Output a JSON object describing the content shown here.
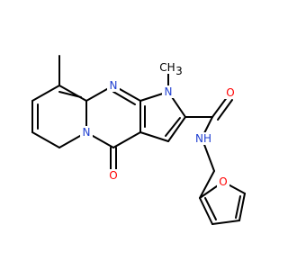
{
  "structure": {
    "labels": {
      "ring_n_top": "N",
      "pyrrole_n": "N",
      "pyrrole_n_methyl": "CH",
      "pyrrole_n_methyl_sub": "3",
      "bridge_n": "N",
      "ketone_o": "O",
      "amide_o": "O",
      "amide_nh": "NH",
      "furan_o": "O"
    },
    "colors": {
      "carbon_bond": "#000000",
      "nitrogen": "#1f3fd1",
      "oxygen": "#ff0000"
    }
  }
}
